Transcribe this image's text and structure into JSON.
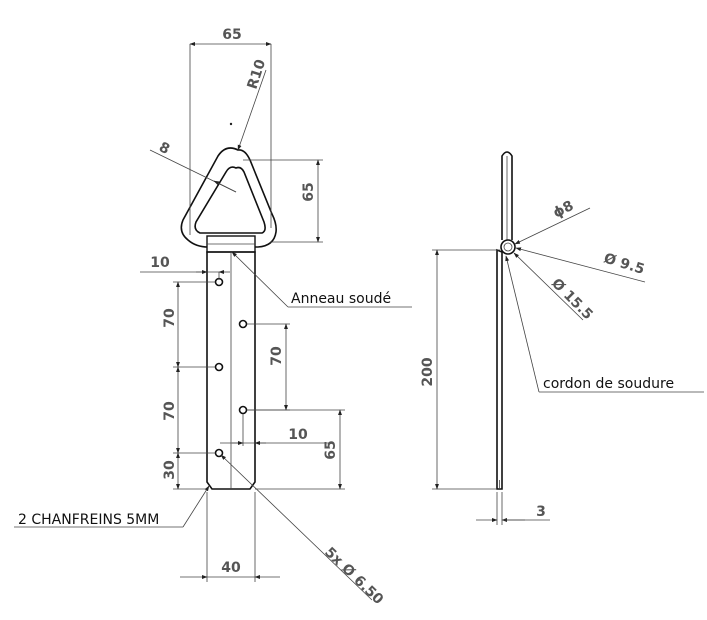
{
  "front_view": {
    "dim_top_width": "65",
    "dim_radius": "R10",
    "dim_ring_thickness": "8",
    "dim_ring_height": "65",
    "dim_edge_offset": "10",
    "dim_hole_pitch_1": "70",
    "dim_hole_pitch_2": "70",
    "dim_bottom_offset": "30",
    "dim_hole_pitch_right": "70",
    "dim_right_offset": "10",
    "dim_right_bottom": "65",
    "dim_bottom_width": "40",
    "label_weld_ring": "Anneau soudé",
    "label_chamfers": "2 CHANFREINS 5MM",
    "label_holes": "5x Ø 6.50"
  },
  "side_view": {
    "dim_diameter_8": "ϕ8",
    "dim_diameter_9_5": "Ø 9.5",
    "dim_diameter_15_5": "Ø 15.5",
    "dim_length": "200",
    "dim_thickness": "3",
    "label_weld_bead": "cordon de soudure"
  }
}
